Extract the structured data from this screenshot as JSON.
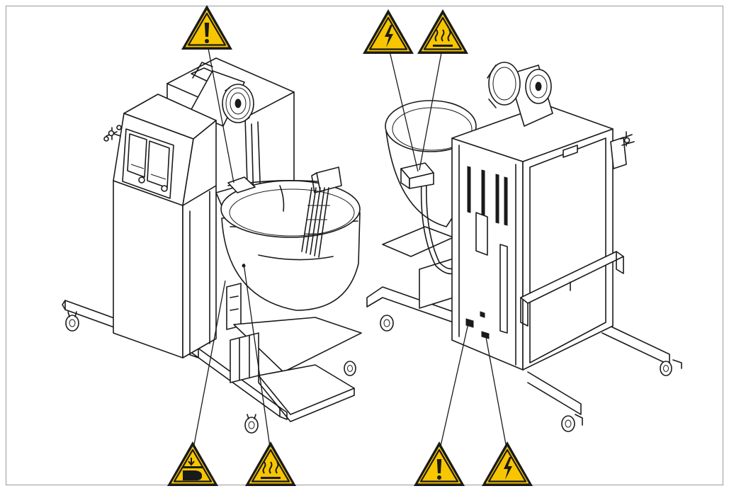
{
  "diagram": {
    "views": [
      {
        "id": "left-view",
        "view": "front-left"
      },
      {
        "id": "right-view",
        "view": "rear-right"
      }
    ],
    "warning_signs": [
      {
        "id": "w1",
        "type": "general-warning",
        "icon": "exclamation-icon"
      },
      {
        "id": "w2",
        "type": "electrical-voltage",
        "icon": "lightning-icon"
      },
      {
        "id": "w3",
        "type": "hot-surface",
        "icon": "hot-surface-icon"
      },
      {
        "id": "w4",
        "type": "hand-crush",
        "icon": "hand-crush-icon"
      },
      {
        "id": "w5",
        "type": "hot-surface",
        "icon": "hot-surface-icon"
      },
      {
        "id": "w6",
        "type": "general-warning",
        "icon": "exclamation-icon"
      },
      {
        "id": "w7",
        "type": "electrical-voltage",
        "icon": "lightning-icon"
      }
    ],
    "colors": {
      "sign_fill": "#f7c600",
      "sign_border": "#1a1a1a",
      "line": "#1a1a1a",
      "background": "#ffffff",
      "frame": "#9a9a9a"
    }
  }
}
